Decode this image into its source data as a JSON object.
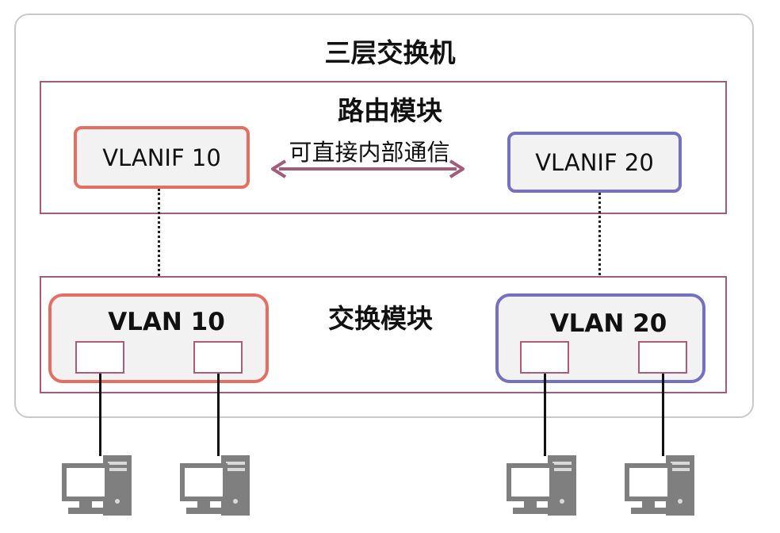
{
  "switch_title": "三层交换机",
  "routing_module": {
    "title": "路由模块",
    "vlanif_left": "VLANIF 10",
    "vlanif_right": "VLANIF 20",
    "communication_label": "可直接内部通信"
  },
  "switching_module": {
    "title": "交换模块",
    "vlan_left": "VLAN 10",
    "vlan_right": "VLAN 20"
  },
  "colors": {
    "vlan10": "#e66e61",
    "vlan20": "#7471c0",
    "module_border": "#a35b7a",
    "arrow": "#a35b7a",
    "chassis_border": "#c9c9c9",
    "pc": "#7f7f7f"
  },
  "icons": [
    "double-arrow-icon",
    "computer-icon"
  ]
}
